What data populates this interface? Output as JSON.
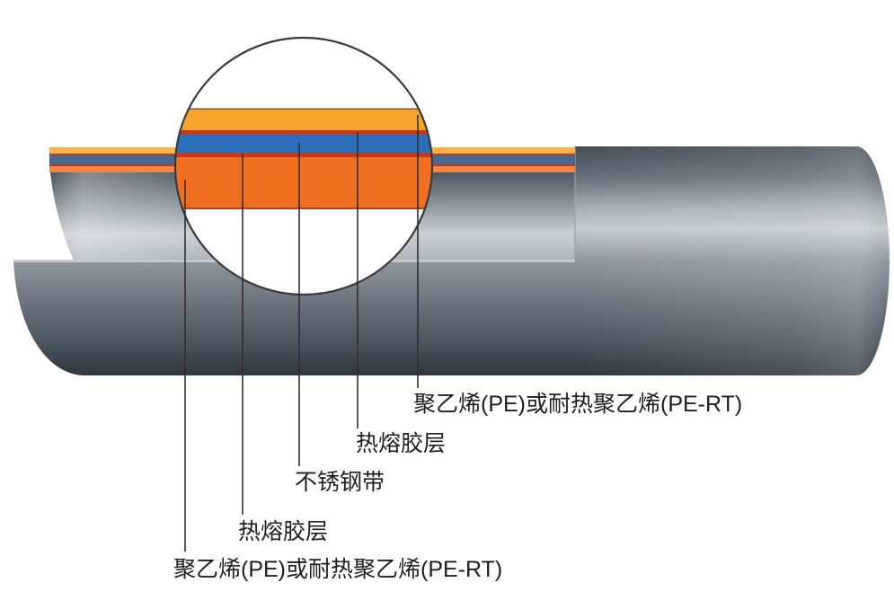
{
  "callouts": {
    "outer_layer": "聚乙烯(PE)或耐热聚乙烯(PE-RT)",
    "outer_adhesive": "热熔胶层",
    "steel_band": "不锈钢带",
    "inner_adhesive": "热熔胶层",
    "inner_layer": "聚乙烯(PE)或耐热聚乙烯(PE-RT)"
  },
  "colors": {
    "outer_layer": "#f5a52b",
    "adhesive": "#c23a22",
    "steel_band": "#2b6fbb",
    "inner_layer": "#f26f21",
    "leader_line": "#2f2f2f"
  }
}
